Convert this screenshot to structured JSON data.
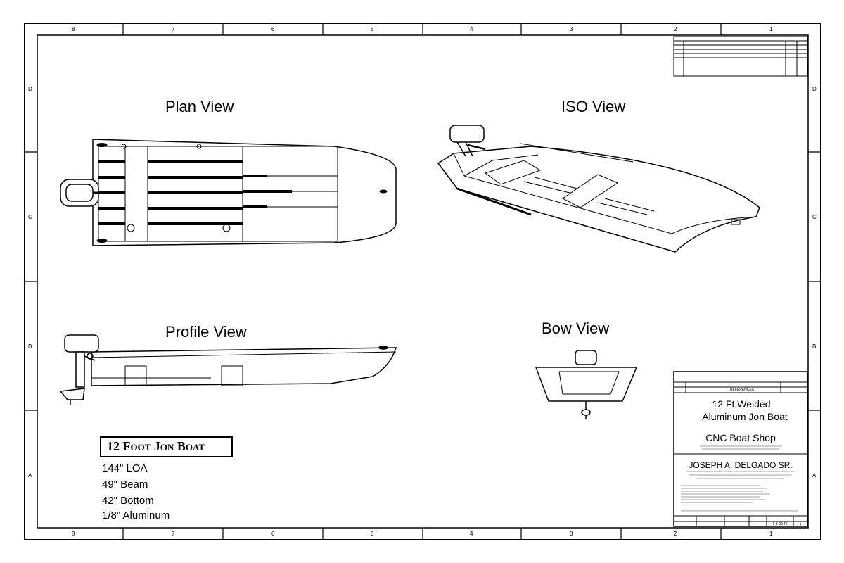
{
  "border": {
    "columns": [
      "8",
      "7",
      "6",
      "5",
      "4",
      "3",
      "2",
      "1"
    ],
    "rows": [
      "D",
      "C",
      "B",
      "A"
    ]
  },
  "views": {
    "plan": "Plan View",
    "iso": "ISO View",
    "profile": "Profile View",
    "bow": "Bow View"
  },
  "specs": {
    "title": "12 Foot Jon Boat",
    "loa": "144\" LOA",
    "beam": "49\" Beam",
    "bottom": "42\" Bottom",
    "material": "1/8\" Aluminum"
  },
  "title_block": {
    "references_label": "REFERENCES",
    "drawing_title_line1": "12 Ft Welded",
    "drawing_title_line2": "Aluminum Jon Boat",
    "company": "CNC Boat Shop",
    "designer": "JOSEPH A. DELGADO SR.",
    "rev": "1",
    "date_code": "1-3-09-RI"
  }
}
